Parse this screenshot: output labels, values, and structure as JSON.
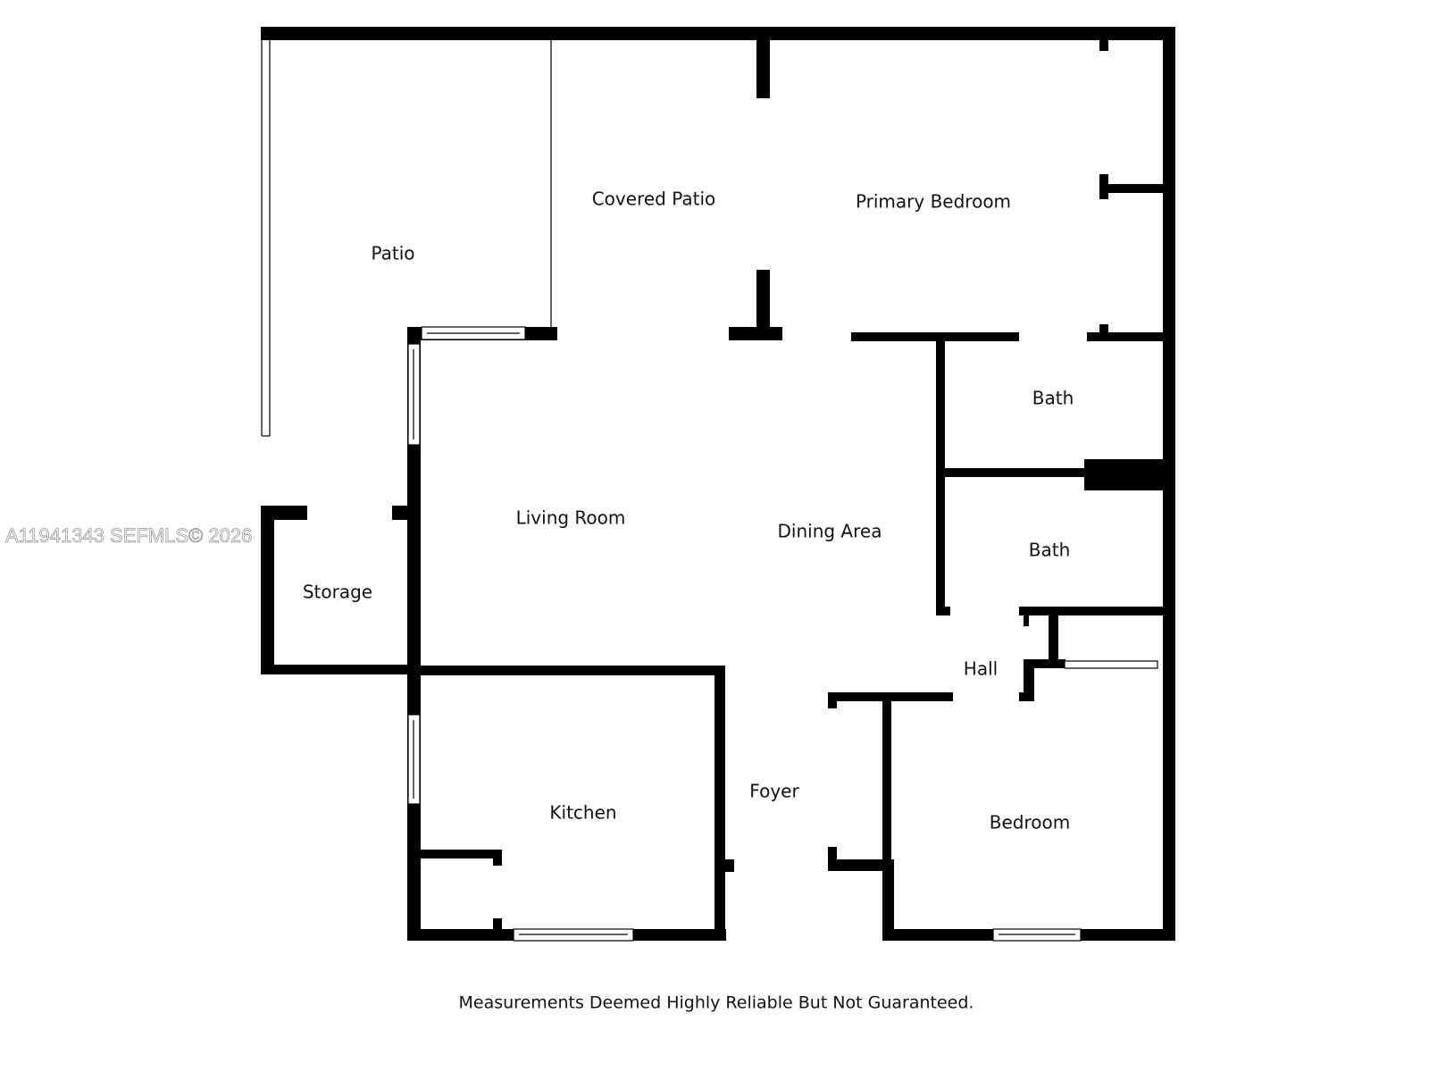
{
  "rooms": {
    "patio": "Patio",
    "covered_patio": "Covered Patio",
    "primary_bedroom": "Primary Bedroom",
    "bath_upper": "Bath",
    "bath_lower": "Bath",
    "living_room": "Living Room",
    "dining_area": "Dining Area",
    "storage": "Storage",
    "hall": "Hall",
    "kitchen": "Kitchen",
    "foyer": "Foyer",
    "bedroom": "Bedroom"
  },
  "footer": {
    "disclaimer": "Measurements Deemed Highly Reliable But Not Guaranteed."
  },
  "watermark": {
    "text": "A11941343  SEFMLS© 2026"
  },
  "colors": {
    "wall": "#000000",
    "background": "#ffffff"
  }
}
